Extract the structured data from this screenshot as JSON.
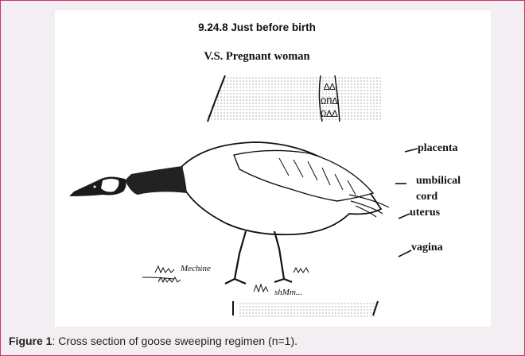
{
  "figure": {
    "title": "9.24.8 Just before birth",
    "subtitle": "V.S. Pregnant woman",
    "labels": {
      "placenta": "placenta",
      "umbilical": "umbilical",
      "cord": "cord",
      "uterus": "uterus",
      "vagina": "vagina"
    },
    "grass_text_1": "Mechine",
    "grass_text_2": "shMm..."
  },
  "caption": {
    "prefix": "Figure 1",
    "text": ": Cross section of goose sweeping regimen (n=1)."
  },
  "colors": {
    "border": "#c8326e",
    "frame_bg": "#f3eef2"
  }
}
